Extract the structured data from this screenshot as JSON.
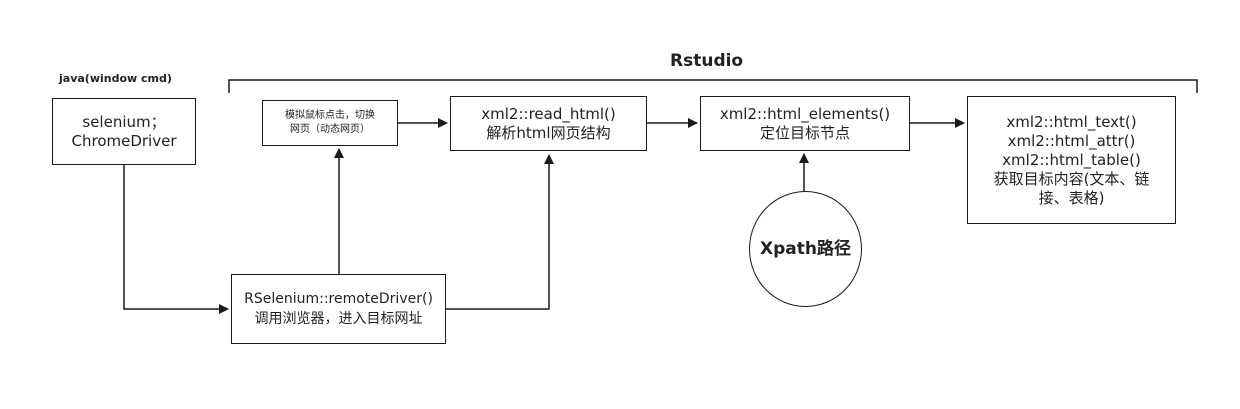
{
  "group": {
    "title": "Rstudio"
  },
  "java": {
    "title": "java(window cmd)",
    "line1": "selenium；",
    "line2": "ChromeDriver"
  },
  "remote": {
    "line1": "RSelenium::remoteDriver()",
    "line2": "调用浏览器，进入目标网址"
  },
  "mouse": {
    "line1": "模拟鼠标点击，切换",
    "line2": "网页（动态网页）"
  },
  "read": {
    "line1": "xml2::read_html()",
    "line2": "解析html网页结构"
  },
  "elements": {
    "line1": "xml2::html_elements()",
    "line2": "定位目标节点"
  },
  "output": {
    "line1": "xml2::html_text()",
    "line2": "xml2::html_attr()",
    "line3": "xml2::html_table()",
    "line4": "获取目标内容(文本、链",
    "line5": "接、表格)"
  },
  "xpath": {
    "label": "Xpath路径"
  },
  "colors": {
    "stroke": "#1a1a1a",
    "background": "#ffffff"
  }
}
